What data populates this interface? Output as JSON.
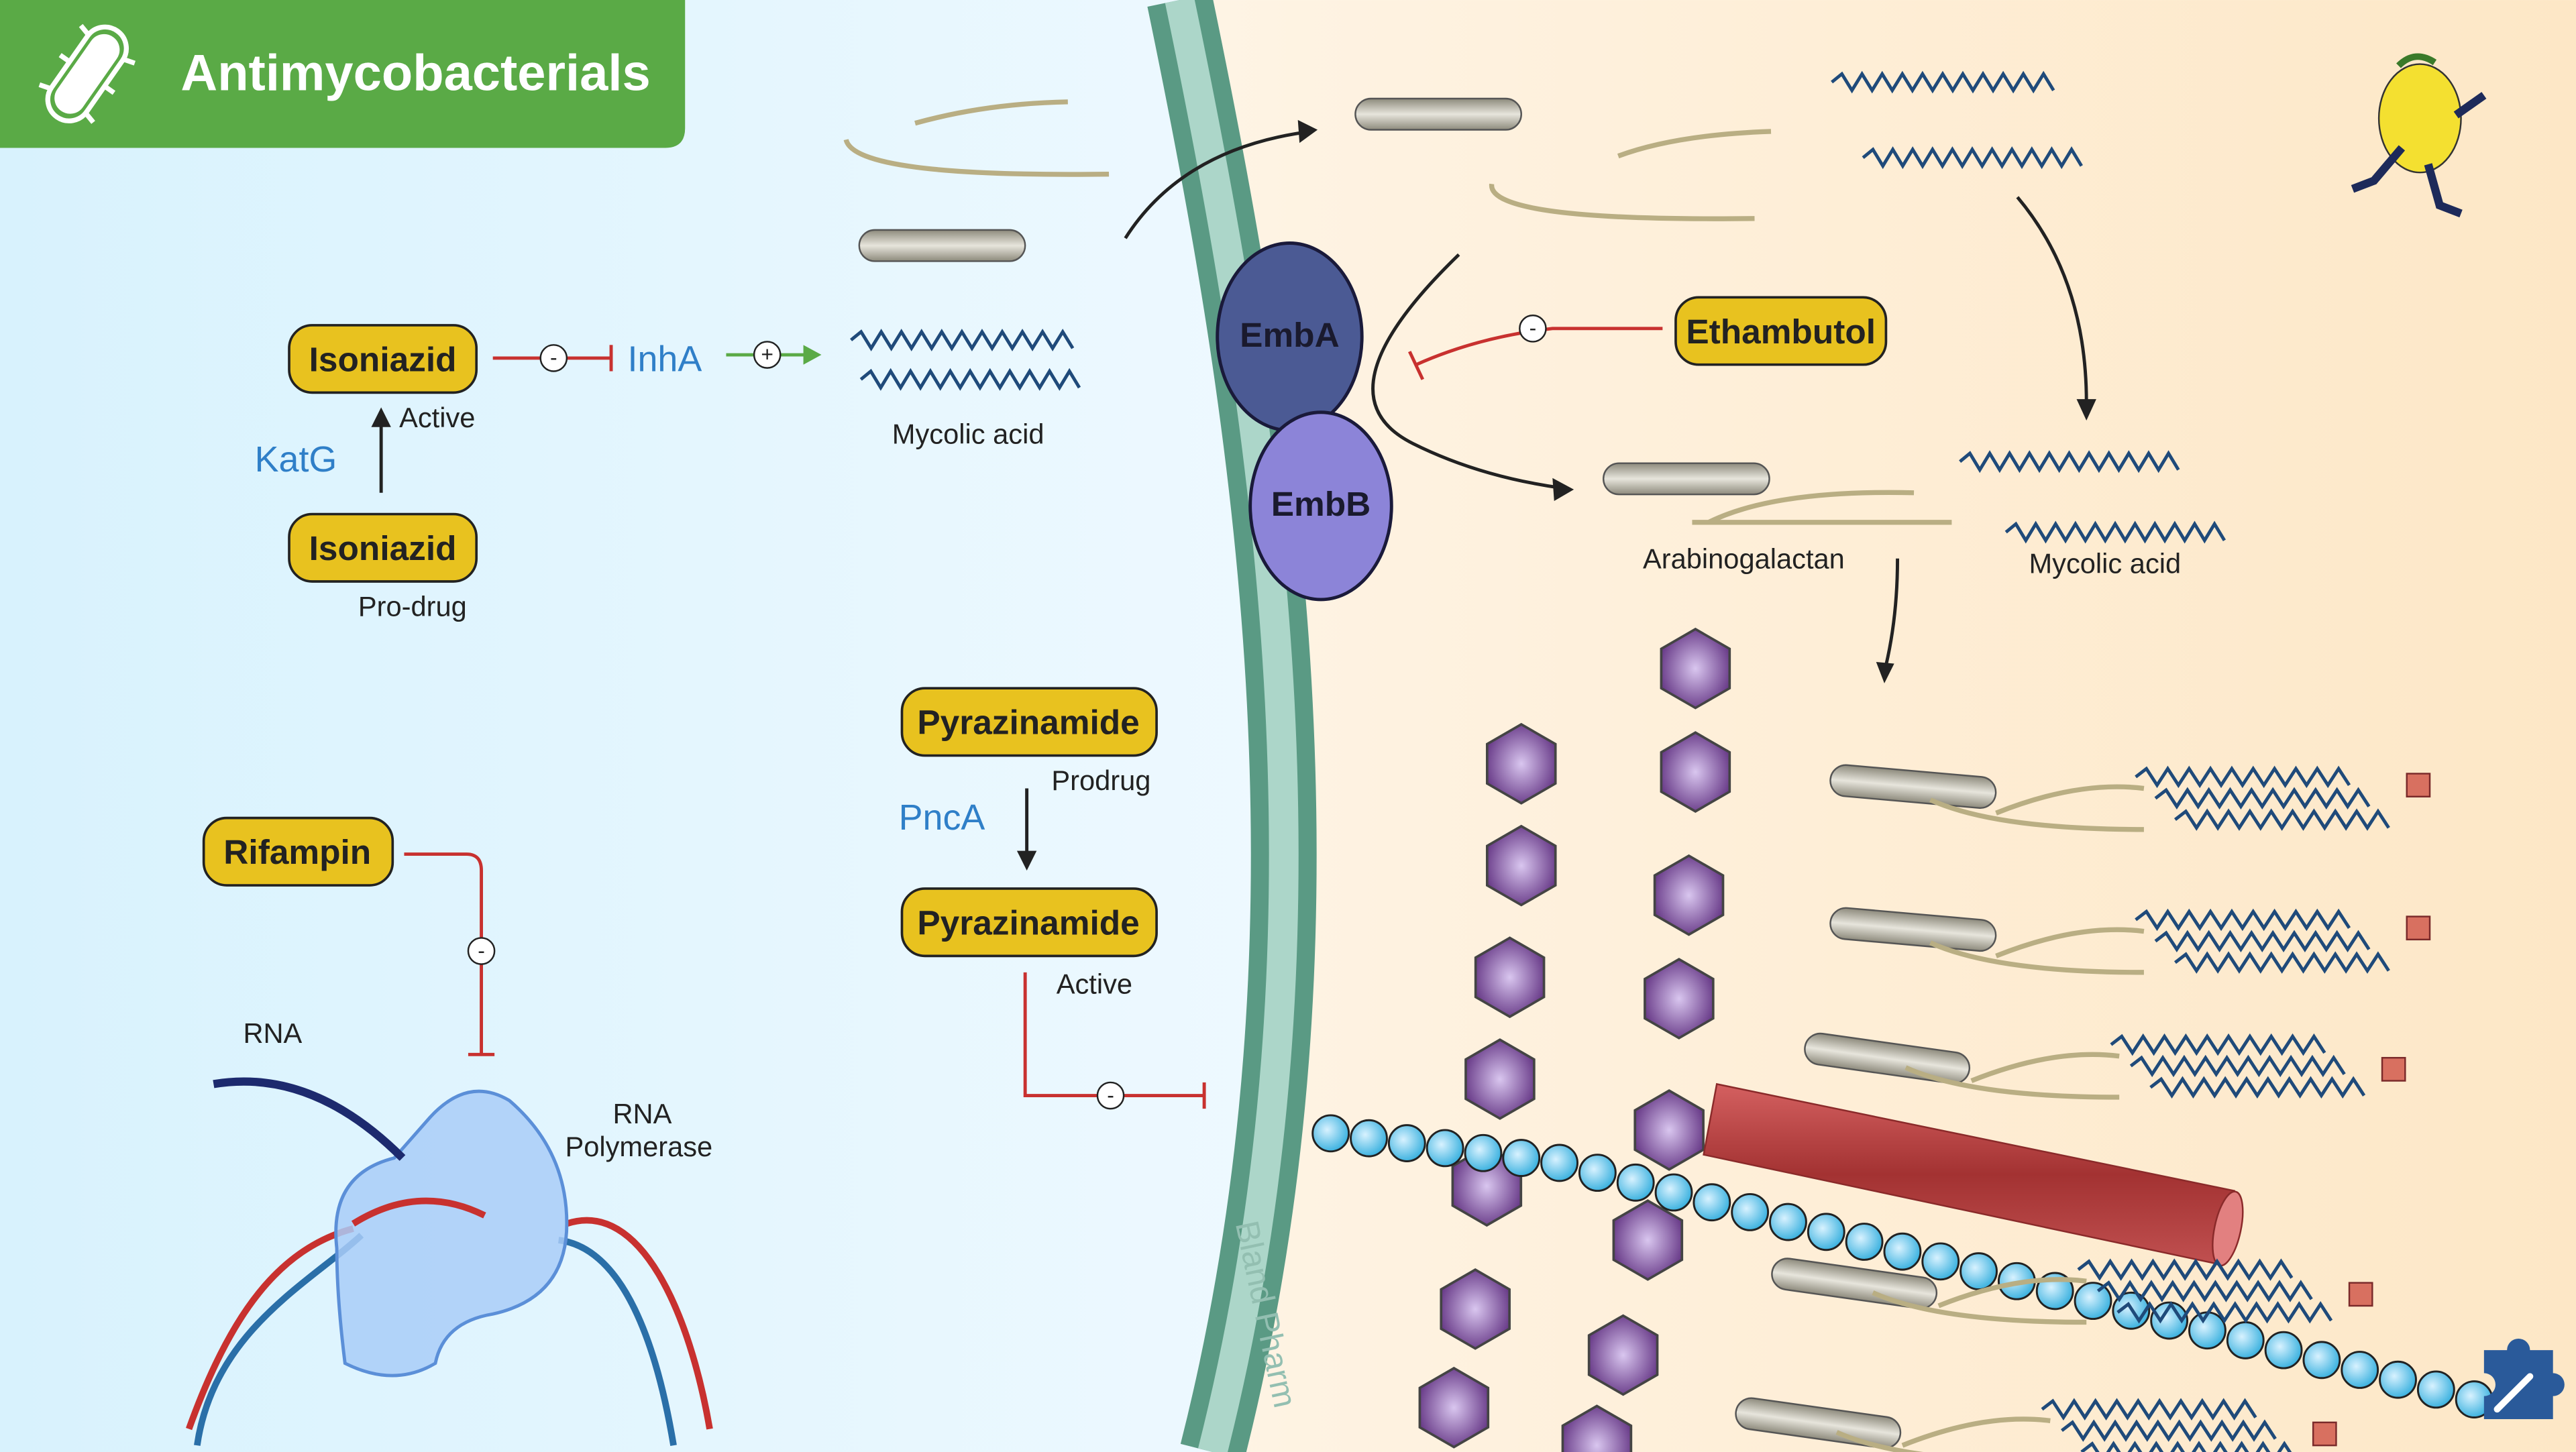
{
  "header": {
    "title": "Antimycobacterials",
    "icon": "bacterium-icon",
    "color": "#5aaa46"
  },
  "isoniazid": {
    "active_name": "Isoniazid",
    "active_label": "Active",
    "prodrug_name": "Isoniazid",
    "prodrug_label": "Pro-drug",
    "enzyme": "KatG",
    "target": "InhA",
    "inhibit_sign": "-",
    "activate_sign": "+",
    "product": "Mycolic acid"
  },
  "membrane": {
    "enzyme_a": "EmbA",
    "enzyme_b": "EmbB",
    "watermark": "Bland Pharm"
  },
  "ethambutol": {
    "name": "Ethambutol",
    "inhibit_sign": "-",
    "product_1": "Arabinogalactan",
    "product_2": "Mycolic acid"
  },
  "pyrazinamide": {
    "prodrug_name": "Pyrazinamide",
    "prodrug_label": "Prodrug",
    "active_name": "Pyrazinamide",
    "active_label": "Active",
    "enzyme": "PncA",
    "inhibit_sign": "-"
  },
  "rifampin": {
    "name": "Rifampin",
    "inhibit_sign": "-",
    "rna_label": "RNA",
    "polymerase_label_1": "RNA",
    "polymerase_label_2": "Polymerase"
  },
  "colors": {
    "drug_fill": "#e8c21f",
    "enzyme_text": "#2f7fc8",
    "inhibit": "#c8312f",
    "activate": "#5aaa46",
    "membrane": "#5a9a84"
  },
  "icons": [
    "bacterium-icon",
    "lemon-runner-mascot",
    "puzzle-piece-icon"
  ]
}
